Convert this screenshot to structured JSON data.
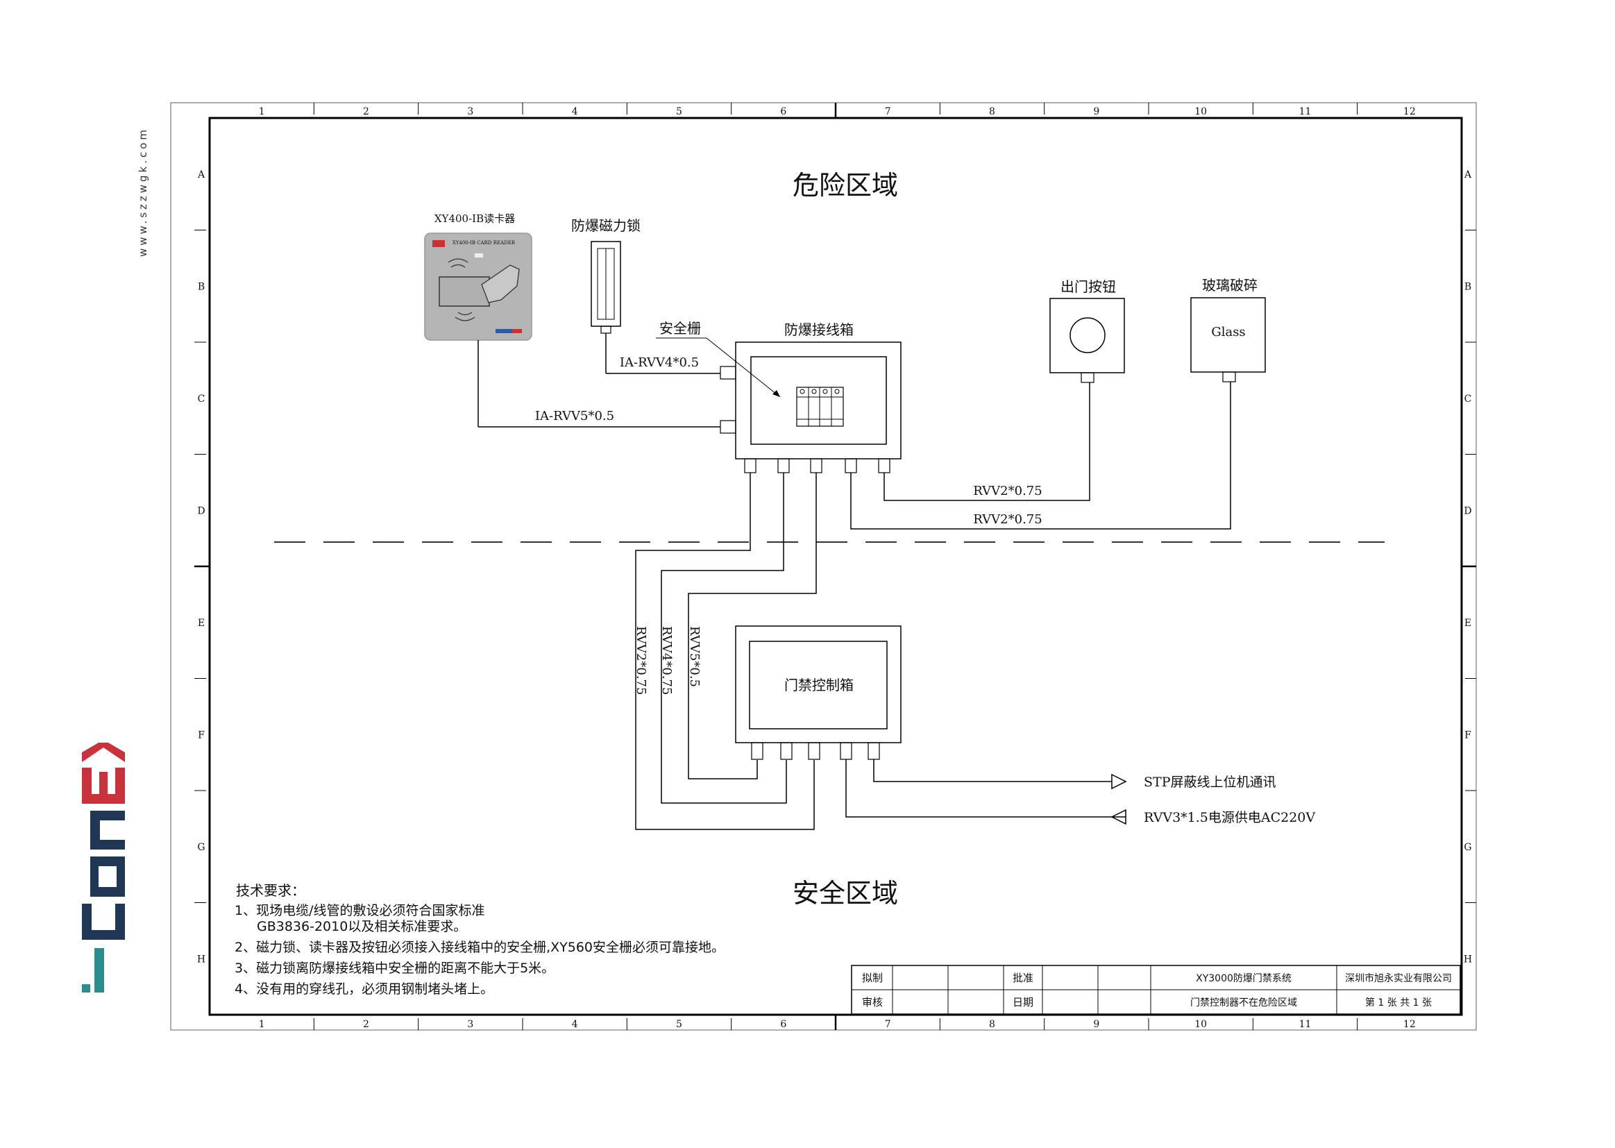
{
  "zones": {
    "danger": "危险区域",
    "safe": "安全区域"
  },
  "devices": {
    "card_reader": {
      "label": "XY400-IB读卡器",
      "face_text": "XY400-IB CARD READER"
    },
    "mag_lock": "防爆磁力锁",
    "safety_barrier": "安全栅",
    "junction_box": "防爆接线箱",
    "exit_button": "出门按钮",
    "glass_break": {
      "label": "玻璃破碎",
      "text": "Glass"
    },
    "controller_box": "门禁控制箱"
  },
  "cables": {
    "lock_cable": "IA-RVV4*0.5",
    "reader_cable": "IA-RVV5*0.5",
    "exit_button_cable": "RVV2*0.75",
    "glass_cable": "RVV2*0.75",
    "vert_a": "RVV2*0.75",
    "vert_b": "RVV4*0.75",
    "vert_c": "RVV5*0.5",
    "stp_comm": "STP屏蔽线上位机通讯",
    "power": "RVV3*1.5电源供电AC220V"
  },
  "notes": {
    "title": "技术要求：",
    "line1": "1、现场电缆/线管的敷设必须符合国家标准",
    "line1b": "GB3836-2010以及相关标准要求。",
    "line2": "2、磁力锁、读卡器及按钮必须接入接线箱中的安全栅,XY560安全栅必须可靠接地。",
    "line3": "3、磁力锁离防爆接线箱中安全栅的距离不能大于5米。",
    "line4": "4、没有用的穿线孔，必须用钢制堵头堵上。"
  },
  "title_block": {
    "drafted": "拟制",
    "reviewed": "审核",
    "approved": "批准",
    "date": "日期",
    "system": "XY3000防爆门禁系统",
    "note": "门禁控制器不在危险区域",
    "company": "深圳市旭永实业有限公司",
    "sheet": "第 1 张 共 1 张"
  },
  "grid": {
    "cols": [
      "1",
      "2",
      "3",
      "4",
      "5",
      "6",
      "7",
      "8",
      "9",
      "10",
      "11",
      "12"
    ],
    "rows": [
      "A",
      "B",
      "C",
      "D",
      "E",
      "F",
      "G",
      "H"
    ]
  },
  "brand": {
    "website": "www.szzwgk.com",
    "logo_text": "iConEX",
    "colors": {
      "teal": "#2a8f8c",
      "navy": "#1f3655",
      "red": "#c8323a"
    }
  }
}
